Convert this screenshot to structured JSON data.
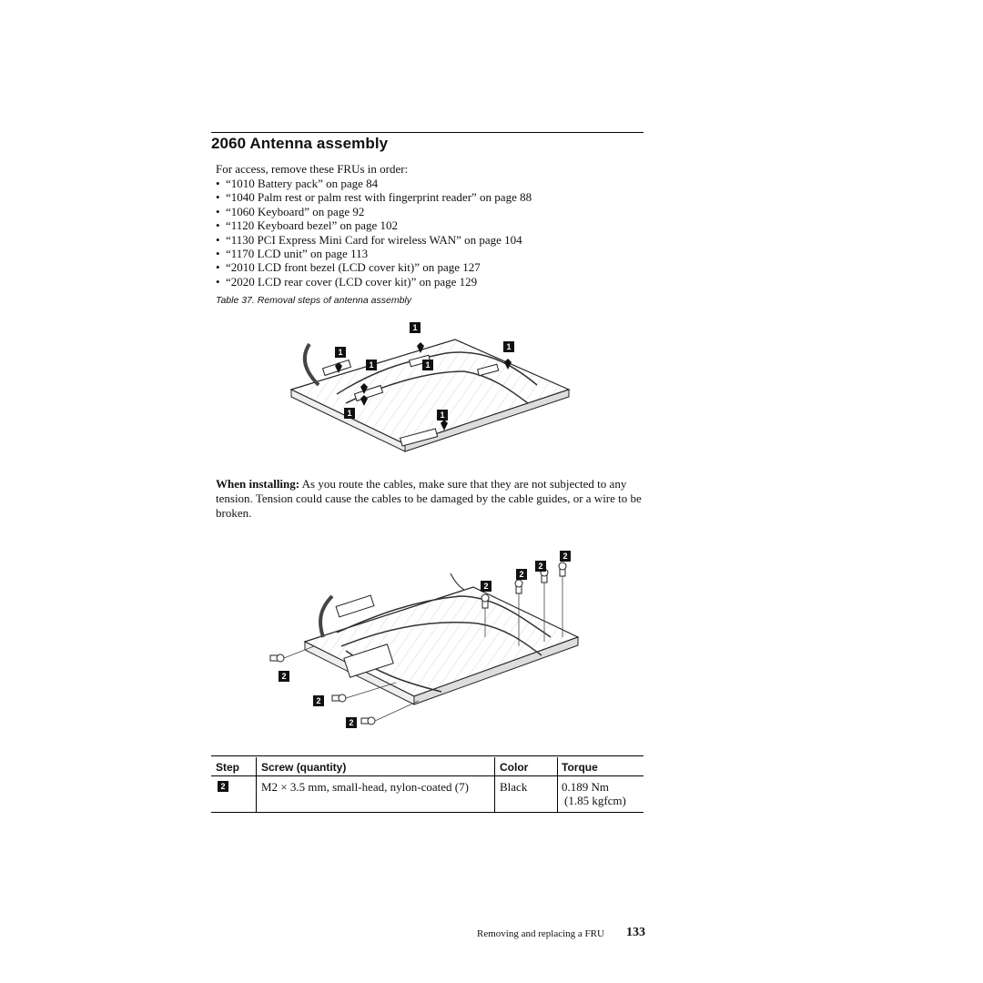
{
  "heading": {
    "title": "2060 Antenna assembly"
  },
  "intro": "For access, remove these FRUs in order:",
  "frus": [
    "“1010 Battery pack” on page 84",
    "“1040 Palm rest or palm rest with fingerprint reader” on page 88",
    "“1060 Keyboard” on page 92",
    "“1120 Keyboard bezel” on page 102",
    "“1130 PCI Express Mini Card for wireless WAN” on page 104",
    "“1170 LCD unit” on page 113",
    "“2010 LCD front bezel (LCD cover kit)” on page 127",
    "“2020 LCD rear cover (LCD cover kit)” on page 129"
  ],
  "caption": "Table 37. Removal steps of antenna assembly",
  "figure1": {
    "callout": "1"
  },
  "install": {
    "label": "When installing:",
    "text": "As you route the cables, make sure that they are not subjected to any tension. Tension could cause the cables to be damaged by the cable guides, or a wire to be broken."
  },
  "figure2": {
    "callout": "2"
  },
  "table": {
    "headers": [
      "Step",
      "Screw (quantity)",
      "Color",
      "Torque"
    ],
    "row": {
      "step": "2",
      "screw": "M2 × 3.5 mm, small-head, nylon-coated (7)",
      "color": "Black",
      "torque_line1": "0.189 Nm",
      "torque_line2": "(1.85 kgfcm)"
    }
  },
  "footer": {
    "text": "Removing and replacing a FRU",
    "page": "133"
  }
}
